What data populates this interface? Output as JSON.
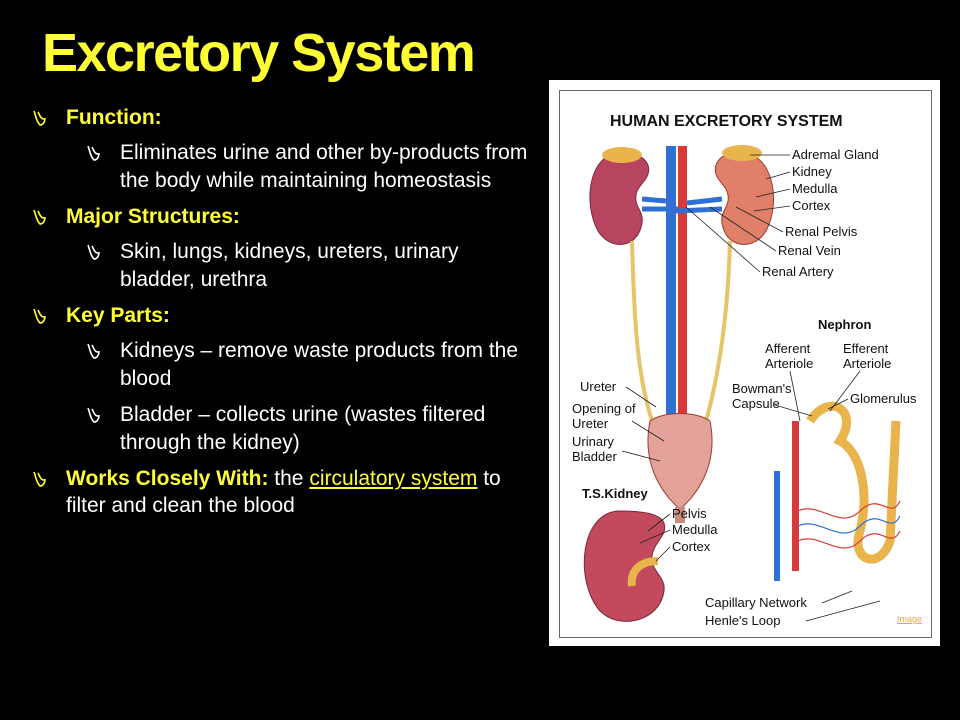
{
  "title": "Excretory System",
  "bullets": {
    "function_label": "Function:",
    "function_text": "Eliminates urine and other by-products from the body while maintaining homeostasis",
    "structures_label": "Major Structures:",
    "structures_text": "Skin, lungs, kidneys, ureters, urinary bladder, urethra",
    "key_label": "Key Parts:",
    "key_item1": "Kidneys – remove waste products from the blood",
    "key_item2": "Bladder – collects urine (wastes filtered through the kidney)",
    "works_label": "Works Closely With:",
    "works_pre": "the",
    "works_link": "circulatory system",
    "works_post": "to filter and clean the blood"
  },
  "figure": {
    "heading": "HUMAN EXCRETORY SYSTEM",
    "labels_kidney": [
      "Adremal Gland",
      "Kidney",
      "Medulla",
      "Cortex",
      "Renal Pelvis",
      "Renal Vein",
      "Renal Artery"
    ],
    "nephron_heading": "Nephron",
    "afferent": "Afferent",
    "efferent": "Efferent",
    "arteriole": "Arteriole",
    "bowmans": "Bowman's",
    "capsule": "Capsule",
    "glomerulus": "Glomerulus",
    "ureter": "Ureter",
    "opening_of": "Opening of",
    "ureter2": "Ureter",
    "urinary": "Urinary",
    "bladder": "Bladder",
    "ts_kidney": "T.S.Kidney",
    "ts_labels": [
      "Pelvis",
      "Medulla",
      "Cortex"
    ],
    "capillary": "Capillary Network",
    "henle": "Henle's Loop",
    "credit": "Image"
  }
}
